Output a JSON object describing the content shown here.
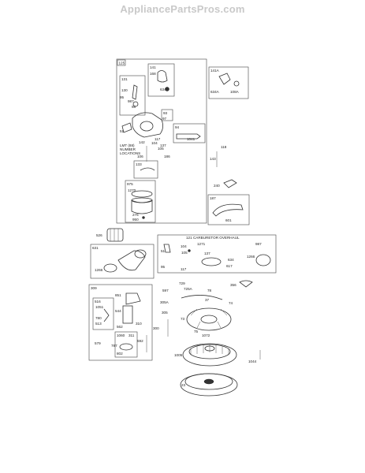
{
  "header": {
    "watermark": "AppliancePartsPros.com"
  },
  "labels": {
    "l125": "125",
    "l141": "141",
    "l141a": "141A",
    "l131": "131",
    "l168": "168",
    "l634": "634",
    "l634a": "634A",
    "l108a": "108A",
    "l130": "130",
    "l95": "95",
    "l987": "987",
    "l98": "98",
    "l93": "93",
    "l97": "97",
    "l94": "94",
    "l1041": "1041",
    "l117": "117",
    "l137": "137",
    "l105": "105",
    "l51": "51",
    "l142": "142",
    "l104": "104",
    "l118": "118",
    "l143": "143",
    "l186": "186",
    "l106": "106",
    "l133": "133",
    "l975": "975",
    "l1270": "1270",
    "l276": "276",
    "l950": "950",
    "l240": "240",
    "l187": "187",
    "l601": "601",
    "l526": "526",
    "l631": "631",
    "l1266": "1266",
    "l1271": "1271",
    "l1266b": "1266",
    "l617": "617",
    "l987b": "987",
    "l309": "309",
    "l729": "729",
    "l356": "356",
    "l597": "597",
    "l725a": "725A",
    "l78": "78",
    "l851": "851",
    "l37": "37",
    "l74": "74",
    "l516": "516",
    "l1051": "1051",
    "l544": "544",
    "l780": "780",
    "l513": "513",
    "l562": "562",
    "l305a": "305A",
    "l305": "305",
    "l73": "73",
    "l75": "75",
    "l1072": "1072",
    "l310": "310",
    "l300": "300",
    "l1060": "1060",
    "l311": "311",
    "l579": "579",
    "l787": "787",
    "l592": "592",
    "l802": "802",
    "l1005": "1005",
    "l1044": "1044",
    "l23": "23"
  },
  "notes": {
    "carb_overhaul_title": "121 CARBURETOR OVERHAUL",
    "lmt_line1": "LMT (88)",
    "lmt_line2": "NUMBER",
    "lmt_line3": "LOCATIONS"
  },
  "colors": {
    "line": "#333333",
    "watermark": "#c9c9c9"
  }
}
